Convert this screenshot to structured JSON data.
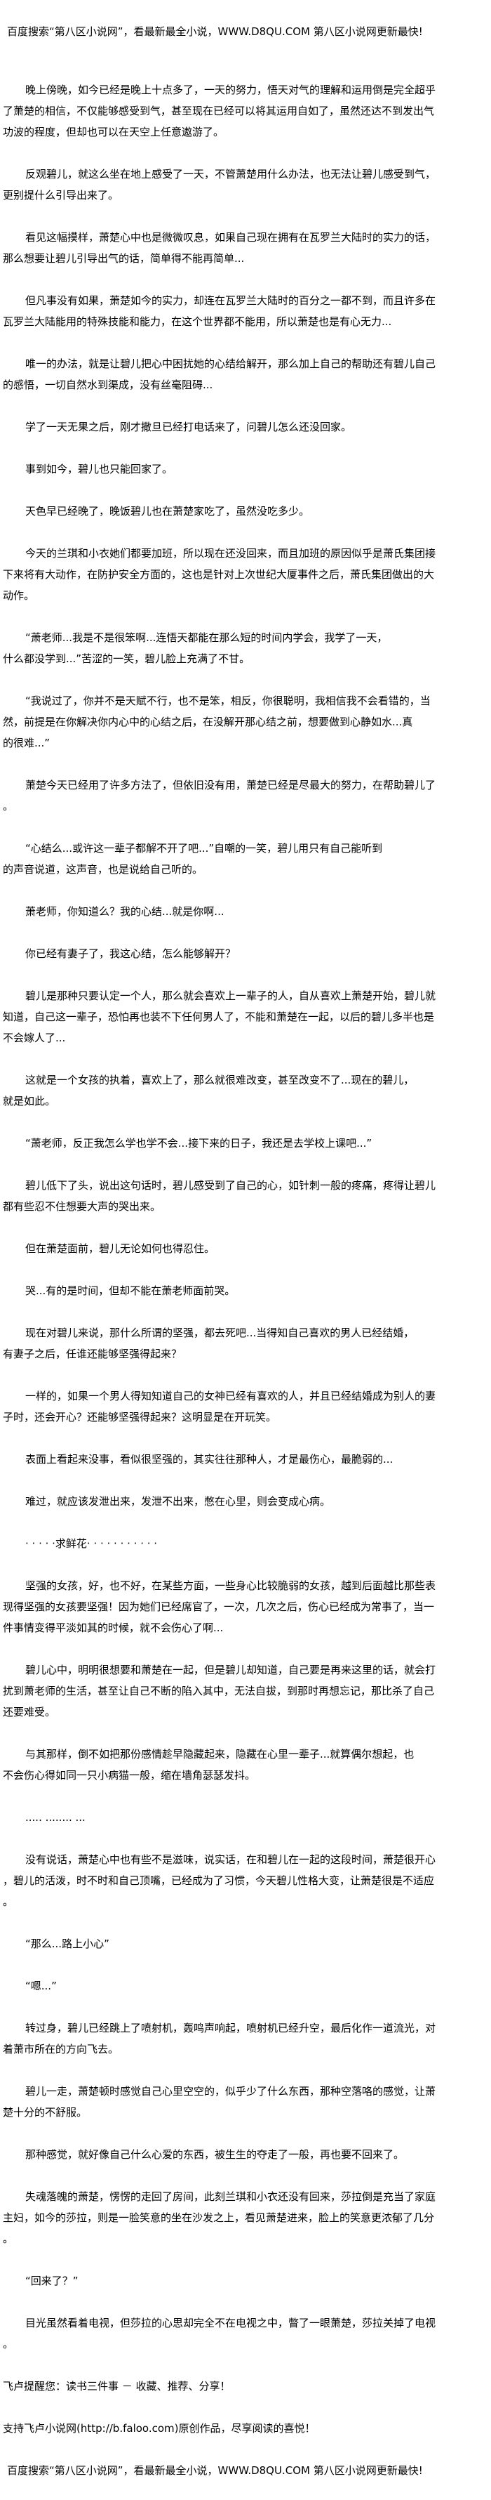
{
  "banner": "百度搜索“第八区小说网”，看最新最全小说，WWW.D8QU.COM   第八区小说网更新最快!",
  "paragraphs": [
    {
      "indent": true,
      "lines": [
        "晚上傍晚，如今已经是晚上十点多了，一天的努力，悟天对气的理解和运用倒是完全超乎",
        "了萧楚的相信，不仅能够感受到气，甚至现在已经可以将其运用自如了，虽然还达不到发出气",
        "功波的程度，但却也可以在天空上任意遨游了。"
      ]
    },
    {
      "indent": true,
      "lines": [
        "反观碧儿，就这么坐在地上感受了一天，不管萧楚用什么办法，也无法让碧儿感受到气，",
        "更别提什么引导出来了。"
      ]
    },
    {
      "indent": true,
      "lines": [
        "看见这幅摸样，萧楚心中也是微微叹息，如果自己现在拥有在瓦罗兰大陆时的实力的话，",
        "那么想要让碧儿引导出气的话，简单得不能再简单..."
      ]
    },
    {
      "indent": true,
      "lines": [
        "但凡事没有如果，萧楚如今的实力，却连在瓦罗兰大陆时的百分之一都不到，而且许多在",
        "瓦罗兰大陆能用的特殊技能和能力，在这个世界都不能用，所以萧楚也是有心无力..."
      ]
    },
    {
      "indent": true,
      "lines": [
        "唯一的办法，就是让碧儿把心中困扰她的心结给解开，那么加上自己的帮助还有碧儿自己",
        "的感悟，一切自然水到渠成，没有丝毫阻碍..."
      ]
    },
    {
      "indent": true,
      "lines": [
        "学了一天无果之后，刚才撒旦已经打电话来了，问碧儿怎么还没回家。"
      ]
    },
    {
      "indent": true,
      "lines": [
        "事到如今，碧儿也只能回家了。"
      ]
    },
    {
      "indent": true,
      "lines": [
        "天色早已经晚了，晚饭碧儿也在萧楚家吃了，虽然没吃多少。"
      ]
    },
    {
      "indent": true,
      "lines": [
        "今天的兰琪和小衣她们都要加班，所以现在还没回来，而且加班的原因似乎是萧氏集团接",
        "下来将有大动作，在防护安全方面的，这也是针对上次世纪大厦事件之后，萧氏集团做出的大",
        "动作。"
      ]
    },
    {
      "indent": true,
      "lines": [
        "“萧老师...我是不是很笨啊...连悟天都能在那么短的时间内学会，我学了一天，",
        "什么都没学到...”苦涩的一笑，碧儿脸上充满了不甘。"
      ]
    },
    {
      "indent": true,
      "lines": [
        "“我说过了，你并不是天赋不行，也不是笨，相反，你很聪明，我相信我不会看错的，当",
        "然，前提是在你解决你内心中的心结之后，在没解开那心结之前，想要做到心静如水...真",
        "的很难...”"
      ]
    },
    {
      "indent": true,
      "lines": [
        "萧楚今天已经用了许多方法了，但依旧没有用，萧楚已经是尽最大的努力，在帮助碧儿了",
        "。"
      ]
    },
    {
      "indent": true,
      "lines": [
        "“心结么...或许这一辈子都解不开了吧...”自嘲的一笑，碧儿用只有自己能听到",
        "的声音说道，这声音，也是说给自己听的。"
      ]
    },
    {
      "indent": true,
      "lines": [
        "萧老师，你知道么？我的心结...就是你啊..."
      ]
    },
    {
      "indent": true,
      "lines": [
        "你已经有妻子了，我这心结，怎么能够解开？"
      ]
    },
    {
      "indent": true,
      "lines": [
        "碧儿是那种只要认定一个人，那么就会喜欢上一辈子的人，自从喜欢上萧楚开始，碧儿就",
        "知道，自己这一辈子，恐怕再也装不下任何男人了，不能和萧楚在一起，以后的碧儿多半也是",
        "不会嫁人了..."
      ]
    },
    {
      "indent": true,
      "lines": [
        "这就是一个女孩的执着，喜欢上了，那么就很难改变，甚至改变不了...现在的碧儿，",
        "就是如此。"
      ]
    },
    {
      "indent": true,
      "lines": [
        "“萧老师，反正我怎么学也学不会...接下来的日子，我还是去学校上课吧...”"
      ]
    },
    {
      "indent": true,
      "lines": [
        "碧儿低下了头，说出这句话时，碧儿感受到了自己的心，如针刺一般的疼痛，疼得让碧儿",
        "都有些忍不住想要大声的哭出来。"
      ]
    },
    {
      "indent": true,
      "lines": [
        "但在萧楚面前，碧儿无论如何也得忍住。"
      ]
    },
    {
      "indent": true,
      "lines": [
        "哭...有的是时间，但却不能在萧老师面前哭。"
      ]
    },
    {
      "indent": true,
      "lines": [
        "现在对碧儿来说，那什么所谓的坚强，都去死吧...当得知自己喜欢的男人已经结婚，",
        "有妻子之后，任谁还能够坚强得起来？"
      ]
    },
    {
      "indent": true,
      "lines": [
        "一样的，如果一个男人得知知道自己的女神已经有喜欢的人，并且已经结婚成为别人的妻",
        "子时，还会开心？还能够坚强得起来？这明显是在开玩笑。"
      ]
    },
    {
      "indent": true,
      "lines": [
        "表面上看起来没事，看似很坚强的，其实往往那种人，才是最伤心，最脆弱的..."
      ]
    },
    {
      "indent": true,
      "lines": [
        "难过，就应该发泄出来，发泄不出来，憋在心里，则会变成心病。"
      ]
    },
    {
      "indent": true,
      "lines": [
        "· · · · ·求鲜花· · · · · ·  · · · · ·"
      ]
    },
    {
      "indent": true,
      "lines": [
        "坚强的女孩，好，也不好，在某些方面，一些身心比较脆弱的女孩，越到后面越比那些表",
        "现得坚强的女孩要坚强！因为她们已经席官了，一次，几次之后，伤心已经成为常事了，当一",
        "件事情变得平淡如其的时候，就不会伤心了啊..."
      ]
    },
    {
      "indent": true,
      "lines": [
        "碧儿心中，明明很想要和萧楚在一起，但是碧儿却知道，自己要是再来这里的话，就会打",
        "扰到萧老师的生活，甚至让自己不断的陷入其中，无法自拔，到那时再想忘记，那比杀了自己",
        "还要难受。"
      ]
    },
    {
      "indent": true,
      "lines": [
        "与其那样，倒不如把那份感情趁早隐藏起来，隐藏在心里一辈子...就算偶尔想起，也",
        "不会伤心得如同一只小病猫一般，缩在墙角瑟瑟发抖。"
      ]
    },
    {
      "indent": true,
      "lines": [
        "..... ........ ..."
      ]
    },
    {
      "indent": true,
      "lines": [
        "没有说话，萧楚心中也有些不是滋味，说实话，在和碧儿在一起的这段时间，萧楚很开心",
        "，碧儿的活泼，时不时和自己顶嘴，已经成为了习惯，今天碧儿性格大变，让萧楚很是不适应",
        "。"
      ]
    },
    {
      "indent": true,
      "lines": [
        "“那么...路上小心”"
      ]
    },
    {
      "indent": true,
      "lines": [
        "“嗯...”"
      ]
    },
    {
      "indent": true,
      "lines": [
        "转过身，碧儿已经跳上了喷射机，轰鸣声响起，喷射机已经升空，最后化作一道流光，对",
        "着萧市所在的方向飞去。"
      ]
    },
    {
      "indent": true,
      "lines": [
        "碧儿一走，萧楚顿时感觉自己心里空空的，似乎少了什么东西，那种空落咯的感觉，让萧",
        "楚十分的不舒服。"
      ]
    },
    {
      "indent": true,
      "lines": [
        "那种感觉，就好像自己什么心爱的东西，被生生的夺走了一般，再也要不回来了。"
      ]
    },
    {
      "indent": true,
      "lines": [
        "失魂落魄的萧楚，愣愣的走回了房间，此刻兰琪和小衣还没有回来，莎拉倒是充当了家庭",
        "主妇，如今的莎拉，则是一脸笑意的坐在沙发之上，看见萧楚进来，脸上的笑意更浓郁了几分",
        "。"
      ]
    },
    {
      "indent": true,
      "lines": [
        "“回来了？”"
      ]
    },
    {
      "indent": true,
      "lines": [
        "目光虽然看着电视，但莎拉的心思却完全不在电视之中，瞥了一眼萧楚，莎拉关掉了电视",
        "。"
      ]
    },
    {
      "indent": false,
      "lines": [
        "飞卢提醒您：读书三件事 － 收藏、推荐、分享！"
      ]
    },
    {
      "indent": false,
      "lines": [
        "支持飞卢小说网(http://b.faloo.com)原创作品，尽享阅读的喜悦！"
      ]
    }
  ]
}
